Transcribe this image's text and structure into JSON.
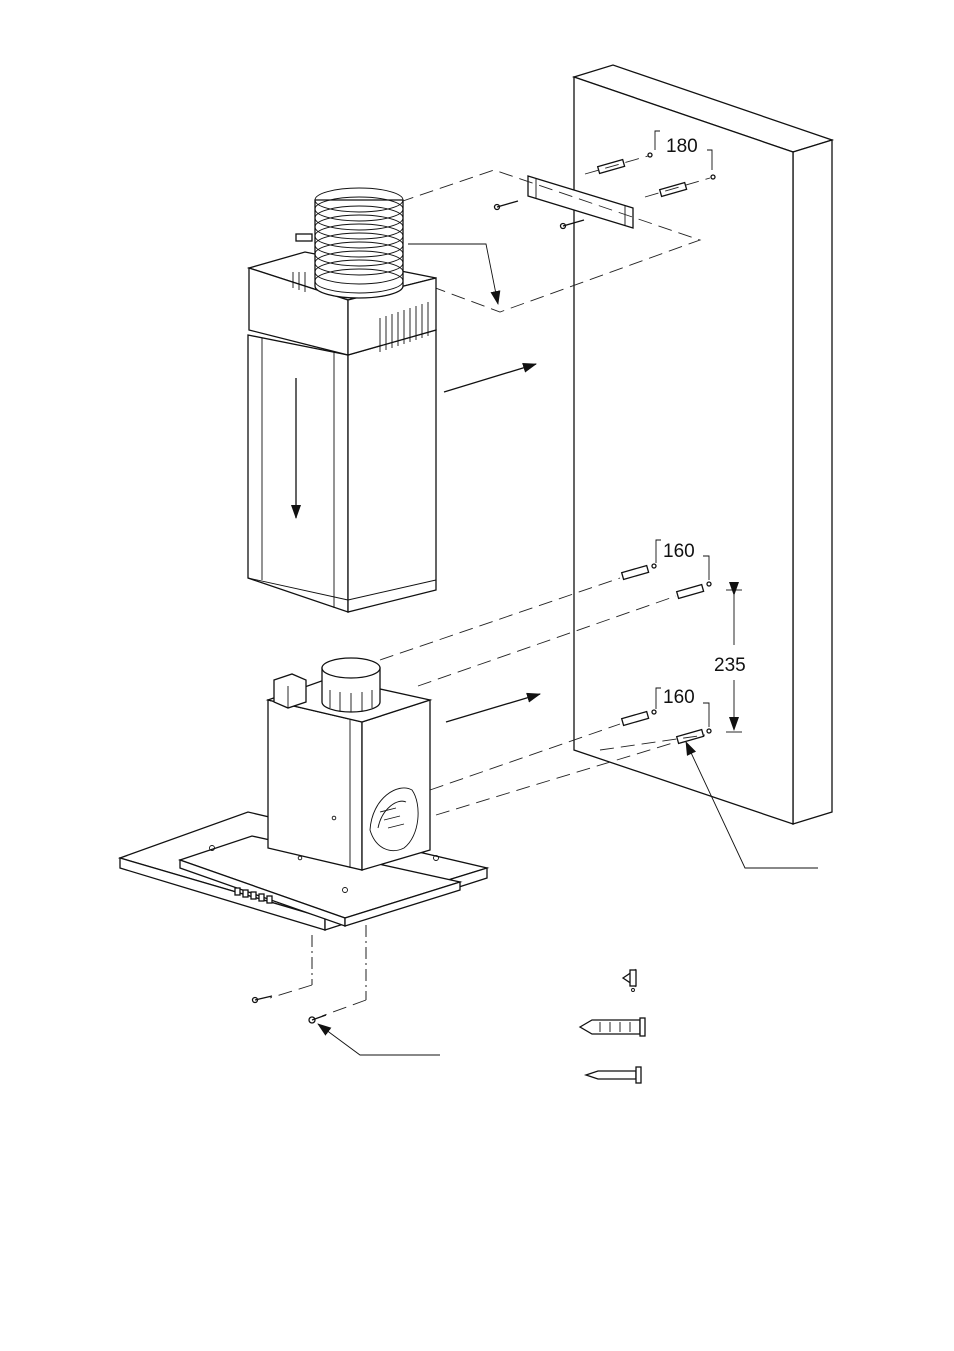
{
  "dimensions": {
    "top_bracket_spacing": "180",
    "upper_anchor_spacing": "160",
    "lower_anchor_spacing": "160",
    "vertical_anchor_spacing": "235"
  }
}
